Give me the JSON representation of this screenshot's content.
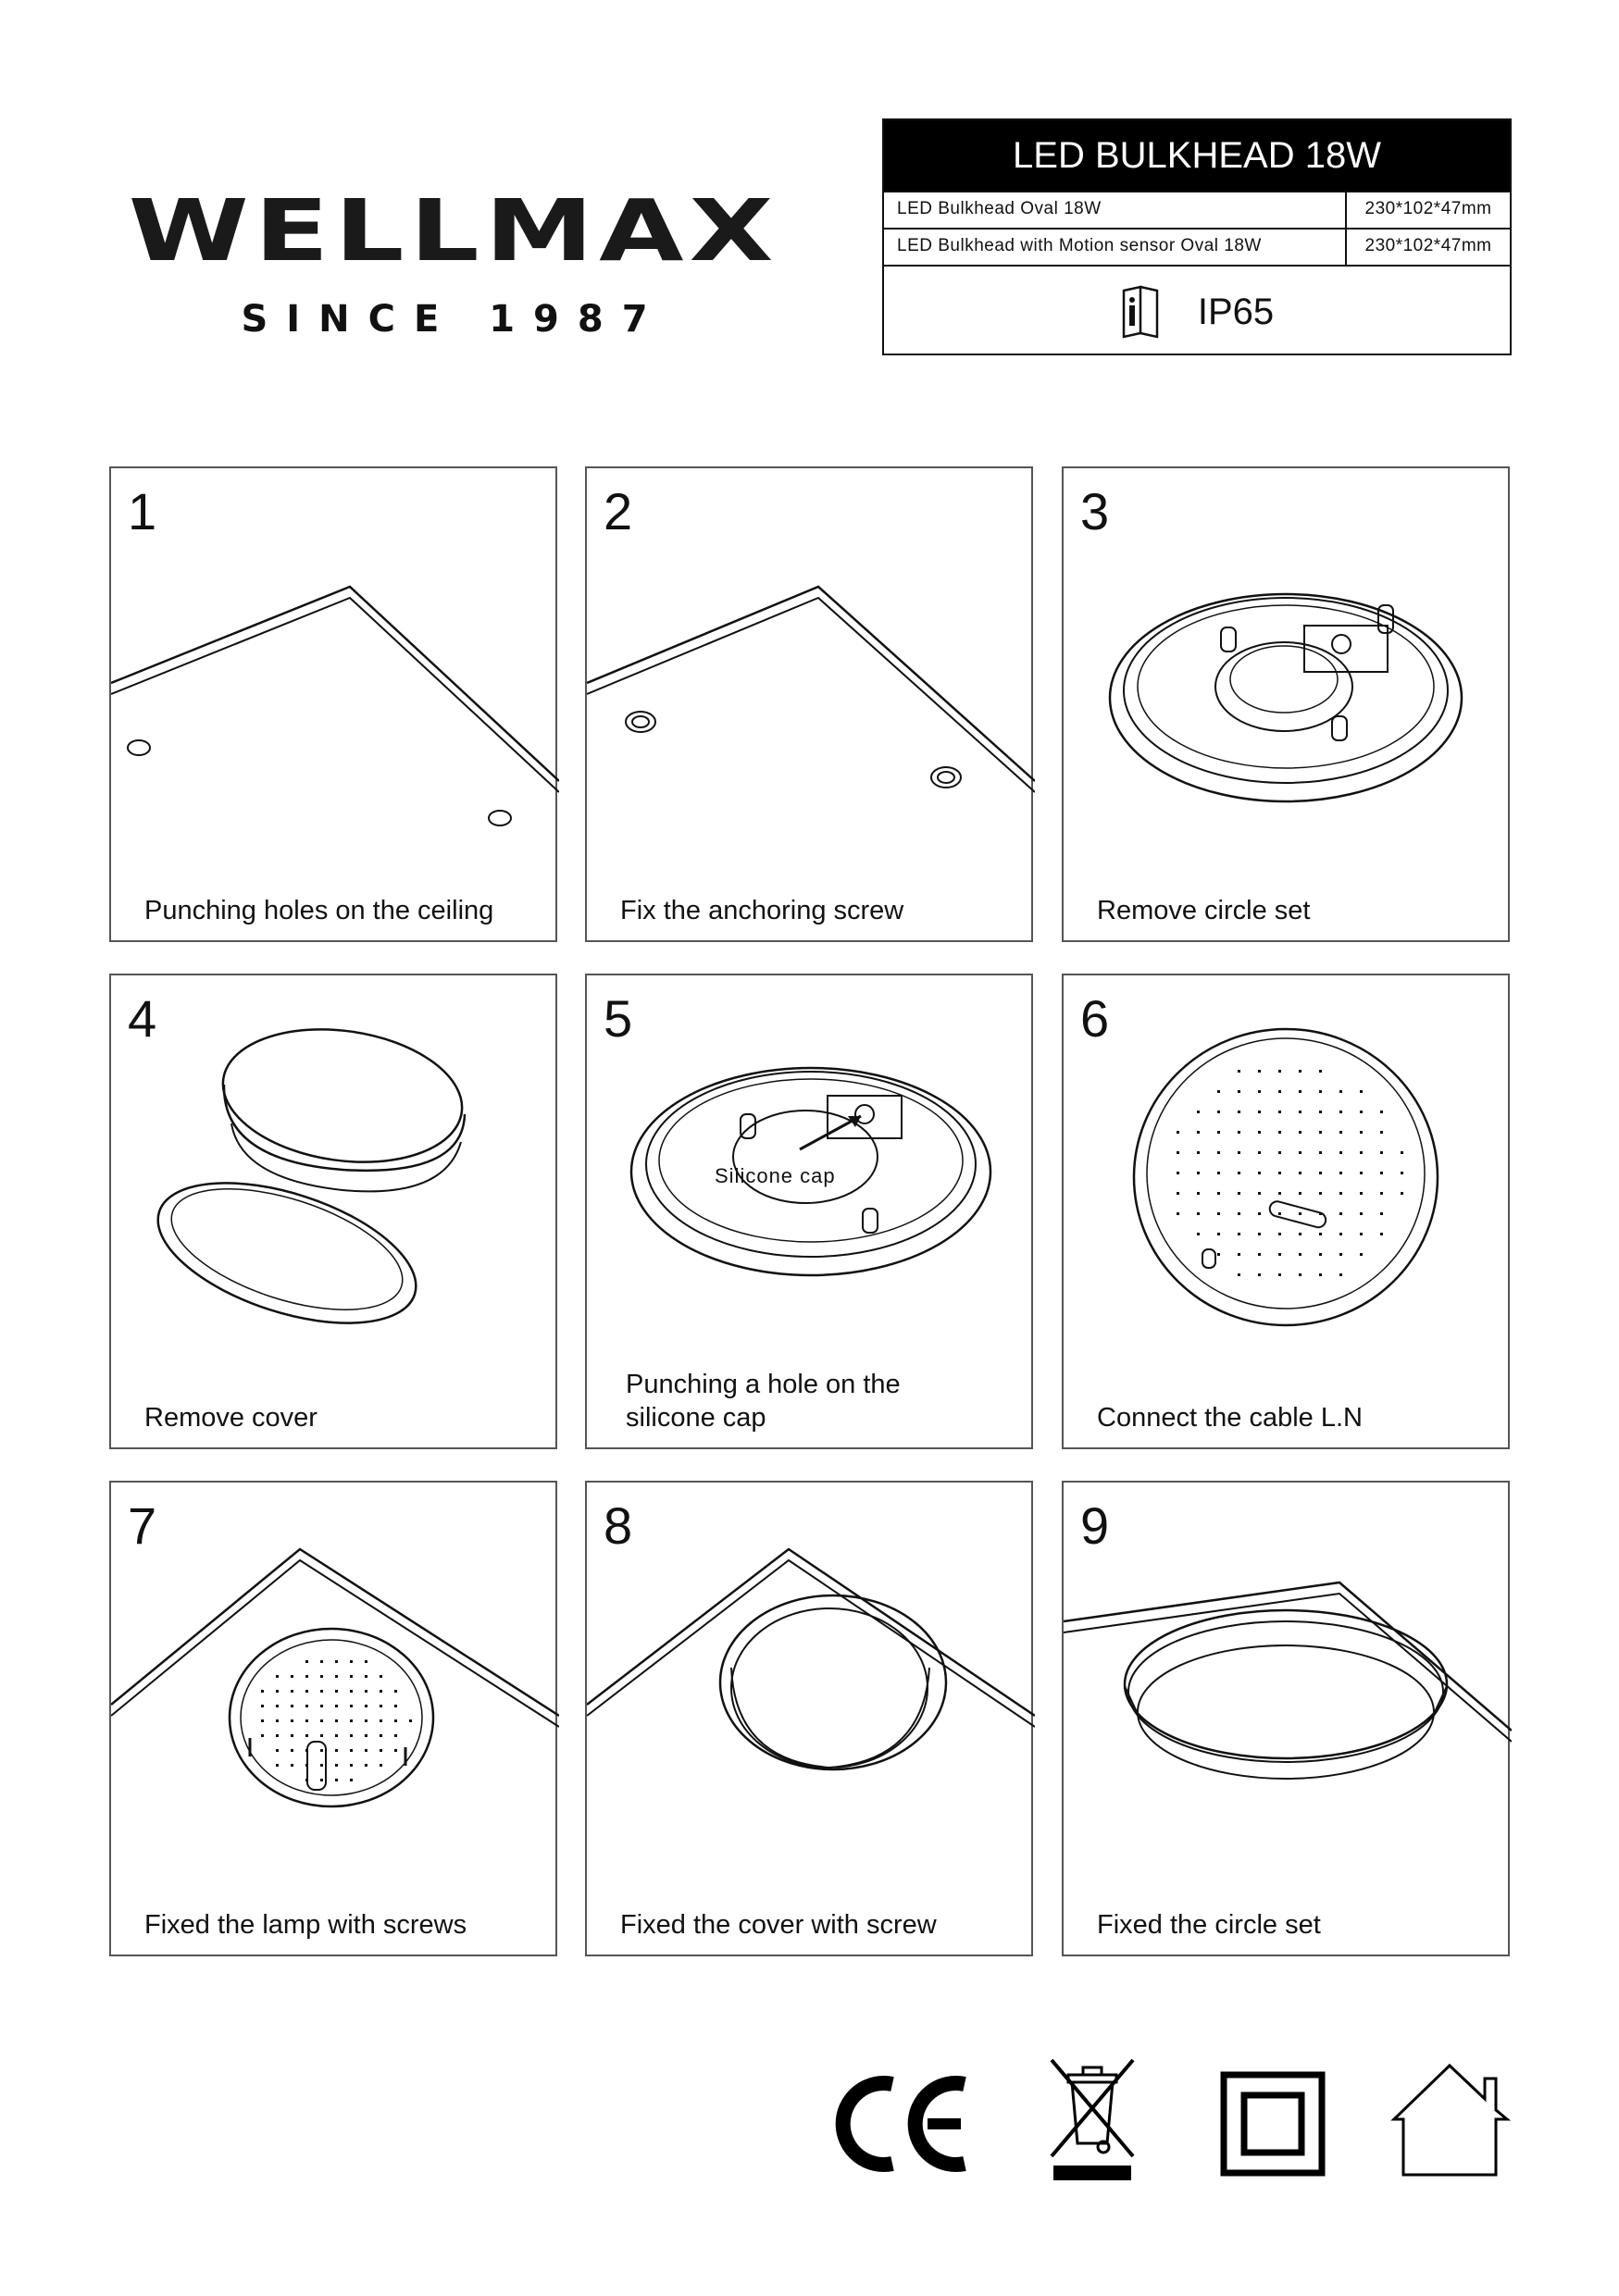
{
  "brand": {
    "name": "WELLMAX",
    "since": "SINCE 1987"
  },
  "spec": {
    "title": "LED BULKHEAD 18W",
    "rows": [
      {
        "name": "LED Bulkhead Oval 18W",
        "dim": "230*102*47mm"
      },
      {
        "name": "LED Bulkhead with Motion sensor Oval 18W",
        "dim": "230*102*47mm"
      }
    ],
    "ip": "IP65",
    "icon": "manual-book-icon"
  },
  "steps": [
    {
      "num": "1",
      "caption": "Punching holes on the ceiling"
    },
    {
      "num": "2",
      "caption": "Fix the anchoring screw"
    },
    {
      "num": "3",
      "caption": "Remove circle set"
    },
    {
      "num": "4",
      "caption": "Remove cover"
    },
    {
      "num": "5",
      "caption": "Punching a hole on the silicone cap",
      "label": "Silicone cap"
    },
    {
      "num": "6",
      "caption": "Connect the cable L.N"
    },
    {
      "num": "7",
      "caption": "Fixed the lamp with screws"
    },
    {
      "num": "8",
      "caption": "Fixed the cover with screw"
    },
    {
      "num": "9",
      "caption": "Fixed the circle set"
    }
  ],
  "marks": [
    "ce-mark-icon",
    "weee-bin-icon",
    "class-ii-icon",
    "indoor-house-icon"
  ]
}
